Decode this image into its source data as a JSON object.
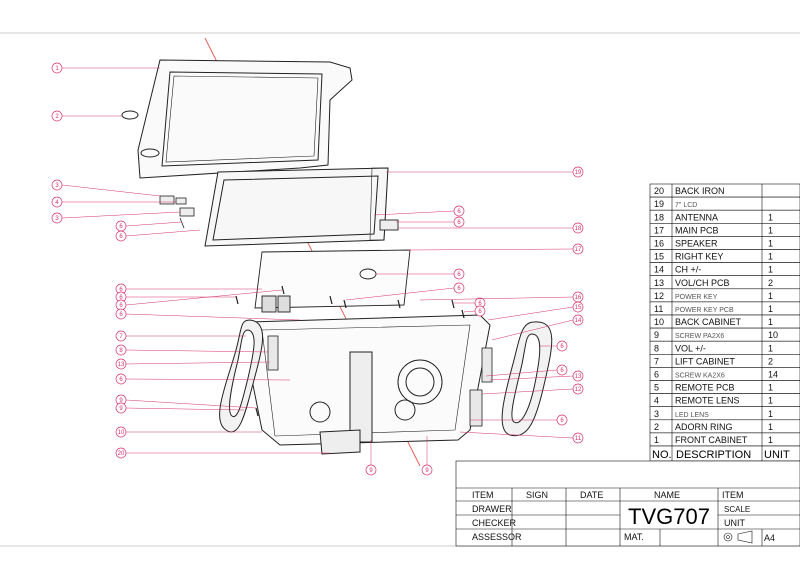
{
  "colors": {
    "callout": "#d6336c",
    "line": "#222222",
    "redline": "#e2554e",
    "paper": "#ffffff"
  },
  "bom": {
    "header": {
      "no": "NO.",
      "description": "DESCRIPTION",
      "unit": "UNIT"
    },
    "rows": [
      {
        "no": "20",
        "description": "BACK IRON",
        "unit": ""
      },
      {
        "no": "19",
        "description": "7\" LCD",
        "unit": ""
      },
      {
        "no": "18",
        "description": "ANTENNA",
        "unit": "1"
      },
      {
        "no": "17",
        "description": "MAIN PCB",
        "unit": "1"
      },
      {
        "no": "16",
        "description": "SPEAKER",
        "unit": "1"
      },
      {
        "no": "15",
        "description": "RIGHT KEY",
        "unit": "1"
      },
      {
        "no": "14",
        "description": "CH +/-",
        "unit": "1"
      },
      {
        "no": "13",
        "description": "VOL/CH PCB",
        "unit": "2"
      },
      {
        "no": "12",
        "description": "POWER KEY",
        "unit": "1"
      },
      {
        "no": "11",
        "description": "POWER KEY PCB",
        "unit": "1"
      },
      {
        "no": "10",
        "description": "BACK CABINET",
        "unit": "1"
      },
      {
        "no": "9",
        "description": "SCREW  PA2X6",
        "unit": "10"
      },
      {
        "no": "8",
        "description": "VOL +/-",
        "unit": "1"
      },
      {
        "no": "7",
        "description": "LIFT CABINET",
        "unit": "2"
      },
      {
        "no": "6",
        "description": "SCREW  KA2X6",
        "unit": "14"
      },
      {
        "no": "5",
        "description": "REMOTE PCB",
        "unit": "1"
      },
      {
        "no": "4",
        "description": "REMOTE LENS",
        "unit": "1"
      },
      {
        "no": "3",
        "description": "LED LENS",
        "unit": "1"
      },
      {
        "no": "2",
        "description": "ADORN RING",
        "unit": "1"
      },
      {
        "no": "1",
        "description": "FRONT CABINET",
        "unit": "1"
      }
    ]
  },
  "title_block": {
    "item": "ITEM",
    "sign": "SIGN",
    "date": "DATE",
    "name_label": "NAME",
    "item_label": "ITEM",
    "drawer": "DRAWER",
    "checker": "CHECKER",
    "assessor": "ASSESSOR",
    "model": "TVG707",
    "scale": "SCALE",
    "unit": "UNIT",
    "mat": "MAT.",
    "sheet_size": "A4"
  },
  "callouts_left": [
    "1",
    "2",
    "3",
    "4",
    "3",
    "6",
    "6",
    "6",
    "6",
    "6",
    "6",
    "7",
    "8",
    "13",
    "6",
    "9",
    "9",
    "10",
    "20"
  ],
  "callouts_right": [
    "19",
    "6",
    "6",
    "18",
    "17",
    "6",
    "6",
    "6",
    "6",
    "16",
    "15",
    "14",
    "6",
    "6",
    "13",
    "12",
    "6",
    "11"
  ],
  "callouts_bottom": [
    "9",
    "9"
  ]
}
